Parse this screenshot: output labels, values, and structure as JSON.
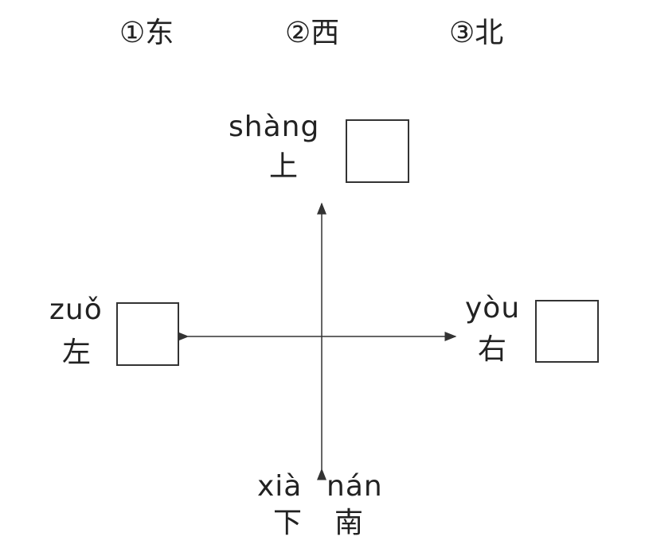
{
  "options": [
    {
      "marker": "①",
      "char": "东"
    },
    {
      "marker": "②",
      "char": "西"
    },
    {
      "marker": "③",
      "char": "北"
    }
  ],
  "directions": {
    "up": {
      "pinyin": "shàng",
      "char": "上"
    },
    "left": {
      "pinyin": "zuǒ",
      "char": "左"
    },
    "right": {
      "pinyin": "yòu",
      "char": "右"
    },
    "down": {
      "pinyin": "xià",
      "char": "下"
    },
    "south": {
      "pinyin": "nán",
      "char": "南"
    }
  },
  "answer_boxes": {
    "up": "",
    "left": "",
    "right": ""
  }
}
